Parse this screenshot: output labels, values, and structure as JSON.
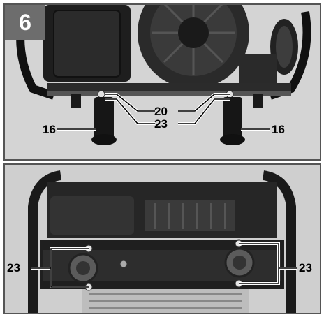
{
  "figure": {
    "step_number": "6"
  },
  "top_panel": {
    "callouts": {
      "left_foot": "16",
      "right_foot": "16",
      "screw_upper": "20",
      "screw_lower": "23"
    }
  },
  "bottom_panel": {
    "callouts": {
      "left_bolts": "23",
      "right_bolts": "23"
    }
  }
}
